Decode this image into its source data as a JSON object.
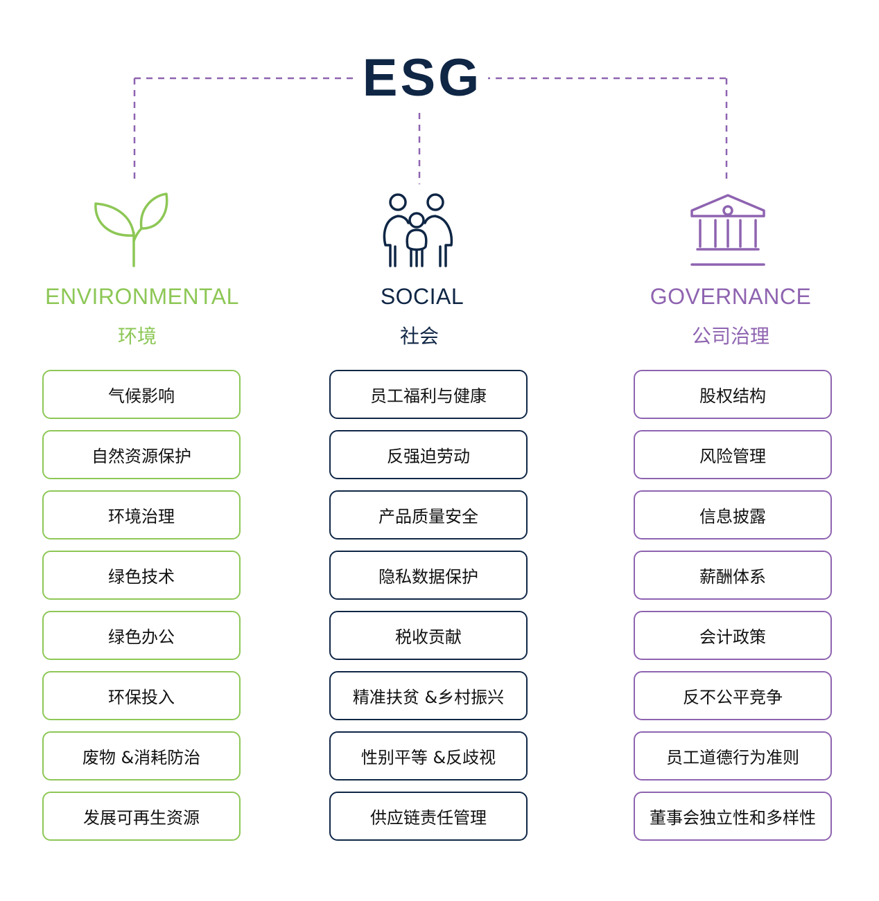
{
  "title": "ESG",
  "colors": {
    "environmental": "#8dc756",
    "social": "#0f2645",
    "governance": "#8e63b0",
    "connector": "#8e63b0"
  },
  "pillars": [
    {
      "key": "environmental",
      "icon": "sprout-icon",
      "title": "ENVIRONMENTAL",
      "subtitle": "环境",
      "items": [
        "气候影响",
        "自然资源保护",
        "环境治理",
        "绿色技术",
        "绿色办公",
        "环保投入",
        "废物 &消耗防治",
        "发展可再生资源"
      ]
    },
    {
      "key": "social",
      "icon": "family-icon",
      "title": "SOCIAL",
      "subtitle": "社会",
      "items": [
        "员工福利与健康",
        "反强迫劳动",
        "产品质量安全",
        "隐私数据保护",
        "税收贡献",
        "精准扶贫 &乡村振兴",
        "性别平等 &反歧视",
        "供应链责任管理"
      ]
    },
    {
      "key": "governance",
      "icon": "institution-building-icon",
      "title": "GOVERNANCE",
      "subtitle": "公司治理",
      "items": [
        "股权结构",
        "风险管理",
        "信息披露",
        "薪酬体系",
        "会计政策",
        "反不公平竞争",
        "员工道德行为准则",
        "董事会独立性和多样性"
      ]
    }
  ]
}
